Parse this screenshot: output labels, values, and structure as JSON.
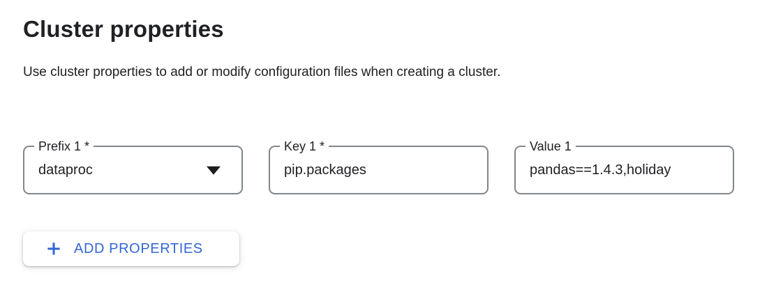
{
  "page": {
    "title": "Cluster properties",
    "description": "Use cluster properties to add or modify configuration files when creating a cluster."
  },
  "property_row": {
    "prefix_field": {
      "label": "Prefix 1 *",
      "value": "dataproc",
      "type": "dropdown",
      "required": true,
      "icon": "dropdown-arrow"
    },
    "key_field": {
      "label": "Key 1 *",
      "value": "pip.packages",
      "type": "text-input",
      "required": true
    },
    "value_field": {
      "label": "Value 1",
      "value": "pandas==1.4.3,holiday",
      "type": "text-input",
      "required": false
    }
  },
  "buttons": {
    "add_properties": {
      "label": "ADD PROPERTIES",
      "icon": "plus"
    }
  },
  "colors": {
    "accent_blue": "#3367d6",
    "text_dark": "#202124",
    "field_border": "#80868b",
    "background": "#ffffff"
  }
}
